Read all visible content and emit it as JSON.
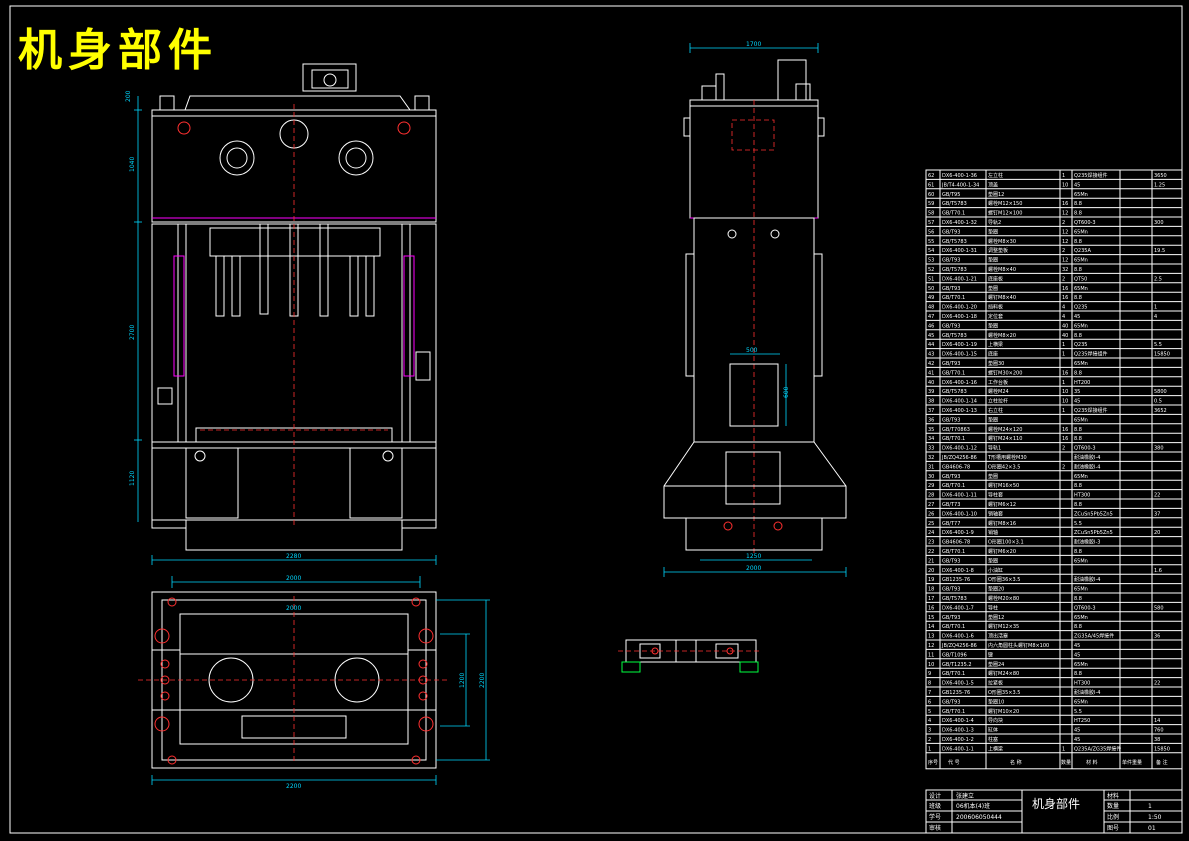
{
  "drawing_title": "机身部件",
  "dimensions": {
    "front_top_width": "200",
    "front_crown_height": "1040",
    "front_mid_height": "2700",
    "front_base_height": "1120",
    "front_overall_width": "2280",
    "top_view_width": "2000",
    "top_view_inner_width": "2000",
    "top_view_height": "2200",
    "top_view_inner_height": "1200",
    "top_view_bottom_width": "2200",
    "side_top_width": "1700",
    "side_window_width": "500",
    "side_window_height": "600",
    "side_base_width": "1250",
    "side_overall_width": "2000"
  },
  "bom_header": {
    "col_seq": "序号",
    "col_code": "代 号",
    "col_name": "名 称",
    "col_qty": "数量",
    "col_material": "材 料",
    "col_weight": "单件重量",
    "col_remark": "备 注"
  },
  "bom_rows": [
    {
      "seq": "62",
      "code": "DX6-400-1-36",
      "name": "左立柱",
      "qty": "1",
      "material": "Q235焊接组件",
      "remark": "3650"
    },
    {
      "seq": "61",
      "code": "JB/T4-400-1-34",
      "name": "顶盖",
      "qty": "10",
      "material": "45",
      "remark": "1.25"
    },
    {
      "seq": "60",
      "code": "GB/T95",
      "name": "垫圈12",
      "qty": "",
      "material": "65Mn",
      "remark": ""
    },
    {
      "seq": "59",
      "code": "GB/T5783",
      "name": "螺栓M12×150",
      "qty": "16",
      "material": "8.8",
      "remark": ""
    },
    {
      "seq": "58",
      "code": "GB/T70.1",
      "name": "螺钉M12×100",
      "qty": "12",
      "material": "8.8",
      "remark": ""
    },
    {
      "seq": "57",
      "code": "DX6-400-1-32",
      "name": "导轨2",
      "qty": "2",
      "material": "QT600-3",
      "remark": "300"
    },
    {
      "seq": "56",
      "code": "GB/T93",
      "name": "垫圈",
      "qty": "12",
      "material": "65Mn",
      "remark": ""
    },
    {
      "seq": "55",
      "code": "GB/T5783",
      "name": "螺栓M8×30",
      "qty": "12",
      "material": "8.8",
      "remark": ""
    },
    {
      "seq": "54",
      "code": "DX6-400-1-31",
      "name": "调整垫板",
      "qty": "2",
      "material": "Q235A",
      "remark": "19.5"
    },
    {
      "seq": "53",
      "code": "GB/T93",
      "name": "垫圈",
      "qty": "12",
      "material": "65Mn",
      "remark": ""
    },
    {
      "seq": "52",
      "code": "GB/T5783",
      "name": "螺栓M8×40",
      "qty": "32",
      "material": "8.8",
      "remark": ""
    },
    {
      "seq": "51",
      "code": "DX6-400-1-21",
      "name": "底座板",
      "qty": "2",
      "material": "QT50",
      "remark": "2.5"
    },
    {
      "seq": "50",
      "code": "GB/T93",
      "name": "垫圈",
      "qty": "16",
      "material": "65Mn",
      "remark": ""
    },
    {
      "seq": "49",
      "code": "GB/T70.1",
      "name": "螺钉M8×40",
      "qty": "16",
      "material": "8.8",
      "remark": ""
    },
    {
      "seq": "48",
      "code": "DX6-400-1-20",
      "name": "挡料板",
      "qty": "4",
      "material": "Q235",
      "remark": "1"
    },
    {
      "seq": "47",
      "code": "DX6-400-1-18",
      "name": "定位套",
      "qty": "4",
      "material": "45",
      "remark": "4"
    },
    {
      "seq": "46",
      "code": "GB/T93",
      "name": "垫圈",
      "qty": "40",
      "material": "65Mn",
      "remark": ""
    },
    {
      "seq": "45",
      "code": "GB/T5783",
      "name": "螺栓M8×20",
      "qty": "40",
      "material": "8.8",
      "remark": ""
    },
    {
      "seq": "44",
      "code": "DX6-400-1-19",
      "name": "上横梁",
      "qty": "1",
      "material": "Q235",
      "remark": "5.5"
    },
    {
      "seq": "43",
      "code": "DX6-400-1-15",
      "name": "底座",
      "qty": "1",
      "material": "Q235焊接组件",
      "remark": "15850"
    },
    {
      "seq": "42",
      "code": "GB/T93",
      "name": "垫圈30",
      "qty": "",
      "material": "65Mn",
      "remark": ""
    },
    {
      "seq": "41",
      "code": "GB/T70.1",
      "name": "螺钉M30×200",
      "qty": "16",
      "material": "8.8",
      "remark": ""
    },
    {
      "seq": "40",
      "code": "DX6-400-1-16",
      "name": "工作台板",
      "qty": "1",
      "material": "HT200",
      "remark": ""
    },
    {
      "seq": "39",
      "code": "GB/T5783",
      "name": "螺栓M24",
      "qty": "10",
      "material": "35",
      "remark": "5800"
    },
    {
      "seq": "38",
      "code": "DX6-400-1-14",
      "name": "立柱拉杆",
      "qty": "10",
      "material": "45",
      "remark": "0.5"
    },
    {
      "seq": "37",
      "code": "DX6-400-1-13",
      "name": "右立柱",
      "qty": "1",
      "material": "Q235焊接组件",
      "remark": "3652"
    },
    {
      "seq": "36",
      "code": "GB/T93",
      "name": "垫圈",
      "qty": "",
      "material": "65Mn",
      "remark": ""
    },
    {
      "seq": "35",
      "code": "GB/T70863",
      "name": "螺栓M24×120",
      "qty": "16",
      "material": "8.8",
      "remark": ""
    },
    {
      "seq": "34",
      "code": "GB/T70.1",
      "name": "螺钉M24×110",
      "qty": "16",
      "material": "8.8",
      "remark": ""
    },
    {
      "seq": "33",
      "code": "DX6-400-1-12",
      "name": "导轨1",
      "qty": "2",
      "material": "QT600-3",
      "remark": "380"
    },
    {
      "seq": "32",
      "code": "JB/ZQ4256-86",
      "name": "T形槽用螺栓M30",
      "qty": "",
      "material": "耐油橡胶I-4",
      "remark": ""
    },
    {
      "seq": "31",
      "code": "GB4606-78",
      "name": "O形圈42×3.5",
      "qty": "2",
      "material": "耐油橡胶I-4",
      "remark": ""
    },
    {
      "seq": "30",
      "code": "GB/T93",
      "name": "垫圈",
      "qty": "",
      "material": "65Mn",
      "remark": ""
    },
    {
      "seq": "29",
      "code": "GB/T70.1",
      "name": "螺钉M16×50",
      "qty": "",
      "material": "8.8",
      "remark": ""
    },
    {
      "seq": "28",
      "code": "DX6-400-1-11",
      "name": "导柱套",
      "qty": "",
      "material": "HT300",
      "remark": "22"
    },
    {
      "seq": "27",
      "code": "GB/T73",
      "name": "螺钉M6×12",
      "qty": "",
      "material": "8.8",
      "remark": ""
    },
    {
      "seq": "26",
      "code": "DX6-400-1-10",
      "name": "销轴套",
      "qty": "",
      "material": "ZCuSn5Pb5Zn5",
      "remark": "37"
    },
    {
      "seq": "25",
      "code": "GB/T77",
      "name": "螺钉M8×16",
      "qty": "",
      "material": "5.5",
      "remark": ""
    },
    {
      "seq": "24",
      "code": "DX6-400-1-9",
      "name": "销轴",
      "qty": "",
      "material": "ZCuSn5Pb5Zn5",
      "remark": "20"
    },
    {
      "seq": "23",
      "code": "GB4606-78",
      "name": "O形圈100×3.1",
      "qty": "",
      "material": "耐油橡胶I-3",
      "remark": ""
    },
    {
      "seq": "22",
      "code": "GB/T70.1",
      "name": "螺钉M6×20",
      "qty": "",
      "material": "8.8",
      "remark": ""
    },
    {
      "seq": "21",
      "code": "GB/T93",
      "name": "垫圈",
      "qty": "",
      "material": "65Mn",
      "remark": ""
    },
    {
      "seq": "20",
      "code": "DX6-400-1-8",
      "name": "小油缸",
      "qty": "",
      "material": "",
      "remark": "1.6"
    },
    {
      "seq": "19",
      "code": "GB1235-76",
      "name": "O形圈36×3.5",
      "qty": "",
      "material": "耐油橡胶I-4",
      "remark": ""
    },
    {
      "seq": "18",
      "code": "GB/T93",
      "name": "垫圈20",
      "qty": "",
      "material": "65Mn",
      "remark": ""
    },
    {
      "seq": "17",
      "code": "GB/T5783",
      "name": "螺栓M20×80",
      "qty": "",
      "material": "8.8",
      "remark": ""
    },
    {
      "seq": "16",
      "code": "DX6-400-1-7",
      "name": "导柱",
      "qty": "",
      "material": "QT600-3",
      "remark": "580"
    },
    {
      "seq": "15",
      "code": "GB/T93",
      "name": "垫圈12",
      "qty": "",
      "material": "65Mn",
      "remark": ""
    },
    {
      "seq": "14",
      "code": "GB/T70.1",
      "name": "螺钉M12×35",
      "qty": "",
      "material": "8.8",
      "remark": ""
    },
    {
      "seq": "13",
      "code": "DX6-400-1-6",
      "name": "顶出活塞",
      "qty": "",
      "material": "ZG35A/45焊接件",
      "remark": "36"
    },
    {
      "seq": "12",
      "code": "JB/ZQ4256-86",
      "name": "内六角圆柱头螺钉M8×100",
      "qty": "",
      "material": "45",
      "remark": ""
    },
    {
      "seq": "11",
      "code": "GB/T1096",
      "name": "键",
      "qty": "",
      "material": "45",
      "remark": ""
    },
    {
      "seq": "10",
      "code": "GB/T1235.2",
      "name": "垫圈24",
      "qty": "",
      "material": "65Mn",
      "remark": ""
    },
    {
      "seq": "9",
      "code": "GB/T70.1",
      "name": "螺钉M24×80",
      "qty": "",
      "material": "8.8",
      "remark": ""
    },
    {
      "seq": "8",
      "code": "DX6-400-1-5",
      "name": "拉紧板",
      "qty": "",
      "material": "HT300",
      "remark": "22"
    },
    {
      "seq": "7",
      "code": "GB1235-76",
      "name": "O形圈35×3.5",
      "qty": "",
      "material": "耐油橡胶I-4",
      "remark": ""
    },
    {
      "seq": "6",
      "code": "GB/T93",
      "name": "垫圈10",
      "qty": "",
      "material": "65Mn",
      "remark": ""
    },
    {
      "seq": "5",
      "code": "GB/T70.1",
      "name": "螺钉M10×20",
      "qty": "",
      "material": "5.5",
      "remark": ""
    },
    {
      "seq": "4",
      "code": "DX6-400-1-4",
      "name": "导向块",
      "qty": "",
      "material": "HT250",
      "remark": "14"
    },
    {
      "seq": "3",
      "code": "DX6-400-1-3",
      "name": "缸体",
      "qty": "",
      "material": "45",
      "remark": "760"
    },
    {
      "seq": "2",
      "code": "DX6-400-1-2",
      "name": "柱塞",
      "qty": "",
      "material": "45",
      "remark": "38"
    },
    {
      "seq": "1",
      "code": "DX6-400-1-1",
      "name": "上横梁",
      "qty": "1",
      "material": "Q235A/ZG35焊接件",
      "remark": "15850"
    }
  ],
  "title_block": {
    "row1_label": "设计",
    "row1_value": "张建立",
    "row2_label": "班级",
    "row2_value": "06机本(4)班",
    "row3_label": "学号",
    "row3_value": "200606050444",
    "row4_label": "审核",
    "part_name": "机身部件",
    "right_labels": [
      "材料",
      "数量",
      "比例",
      "图号"
    ],
    "right_values": [
      "",
      "1",
      "1:50",
      "01"
    ]
  }
}
